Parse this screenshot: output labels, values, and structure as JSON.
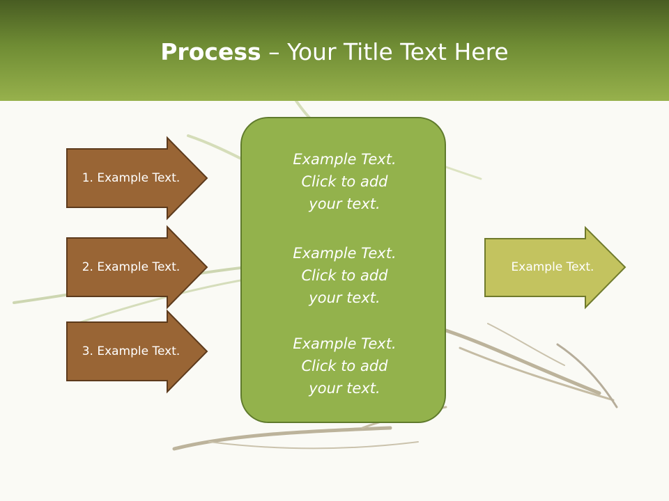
{
  "title": {
    "bold": "Process",
    "rest": " – Your Title Text Here"
  },
  "left_arrows": [
    {
      "label": "1. Example Text."
    },
    {
      "label": "2. Example Text."
    },
    {
      "label": "3. Example Text."
    }
  ],
  "center_box": {
    "blocks": [
      {
        "line1": "Example Text.",
        "line2": "Click  to add",
        "line3": "your text."
      },
      {
        "line1": "Example Text.",
        "line2": "Click  to add",
        "line3": "your text."
      },
      {
        "line1": "Example Text.",
        "line2": "Click  to add",
        "line3": "your text."
      }
    ]
  },
  "right_arrow": {
    "label": "Example Text."
  },
  "colors": {
    "title_bar": "#6f8c34",
    "left_arrow_fill": "#996535",
    "center_box_fill": "#93b24c",
    "right_arrow_fill": "#c3c35f"
  }
}
